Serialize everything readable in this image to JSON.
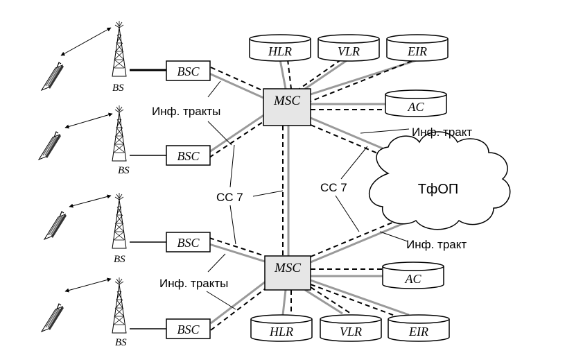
{
  "nodes": {
    "bsc_label": "BSC",
    "bs_label": "BS",
    "msc_label": "MSC",
    "hlr_label": "HLR",
    "vlr_label": "VLR",
    "eir_label": "EIR",
    "ac_label": "AC",
    "pstn_label": "ТфОП"
  },
  "annotations": {
    "inf_trakty_top": "Инф. тракты",
    "inf_trakty_bottom": "Инф. тракты",
    "inf_trakt_top": "Инф. тракт",
    "inf_trakt_bottom": "Инф. тракт",
    "cc7_left": "СС 7",
    "cc7_right": "СС 7"
  },
  "colors": {
    "traffic_link": "#9a9a9a",
    "signaling_link": "#000000",
    "msc_fill": "#e6e6e6"
  }
}
